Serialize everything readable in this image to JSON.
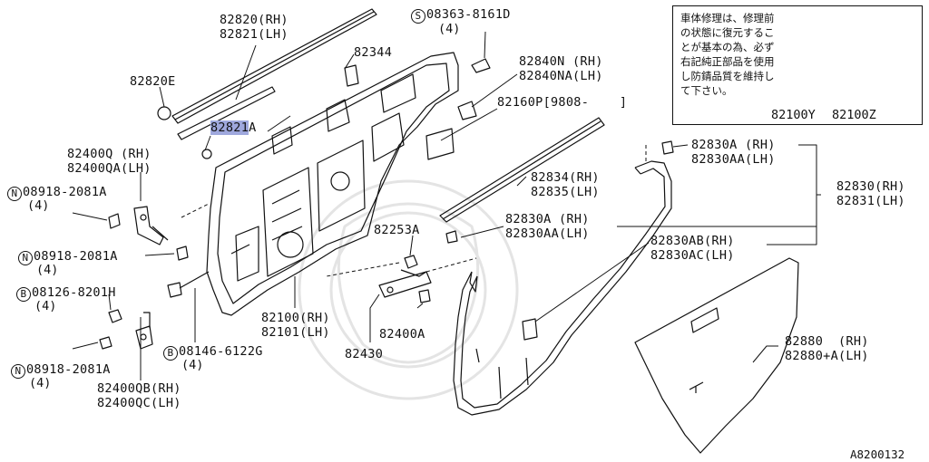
{
  "labels": {
    "p82820": "82820(RH)",
    "p82821": "82821(LH)",
    "p82344": "82344",
    "s08363": "08363-8161D",
    "s08363_qty": "(4)",
    "p82840n": "82840N (RH)",
    "p82840na": "82840NA(LH)",
    "p82820e": "82820E",
    "p82160p": "82160P[9808-    ]",
    "p82821a_hl": "82821",
    "p82821a_suffix": "A",
    "p82400q": "82400Q (RH)",
    "p82400qa": "82400QA(LH)",
    "n08918_1": "08918-2081A",
    "n08918_1_qty": "(4)",
    "p82834": "82834(RH)",
    "p82835": "82835(LH)",
    "p82830a_top": "82830A (RH)",
    "p82830aa_top": "82830AA(LH)",
    "p82830": "82830(RH)",
    "p82831": "82831(LH)",
    "p82253a": "82253A",
    "p82830a_mid": "82830A (RH)",
    "p82830aa_mid": "82830AA(LH)",
    "n08918_2": "08918-2081A",
    "n08918_2_qty": "(4)",
    "p82830ab": "82830AB(RH)",
    "p82830ac": "82830AC(LH)",
    "b08126": "08126-8201H",
    "b08126_qty": "(4)",
    "p82100": "82100(RH)",
    "p82101": "82101(LH)",
    "p82400a": "82400A",
    "p82430": "82430",
    "b08146": "08146-6122G",
    "b08146_qty": "(4)",
    "n08918_3": "08918-2081A",
    "n08918_3_qty": "(4)",
    "p82400qb": "82400QB(RH)",
    "p82400qc": "82400QC(LH)",
    "p82880": "82880  (RH)",
    "p82880a": "82880+A(LH)"
  },
  "prefix": {
    "S": "S",
    "N": "N",
    "B": "B"
  },
  "note": {
    "text": "車体修理は、修理前の状態に復元することが基本の為、必ず右記純正部品を使用し防錆品質を維持して下さい。",
    "product1": "82100Y",
    "product2": "82100Z"
  },
  "figure_code": "A8200132",
  "colors": {
    "highlight": "#9fa8dd",
    "line": "#111111"
  }
}
